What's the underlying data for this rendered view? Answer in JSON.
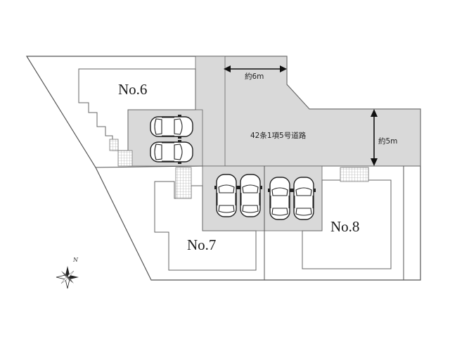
{
  "lots": [
    {
      "id": "lot-6",
      "label": "No.6"
    },
    {
      "id": "lot-7",
      "label": "No.7"
    },
    {
      "id": "lot-8",
      "label": "No.8"
    }
  ],
  "road": {
    "label": "42条1項5号道路",
    "width_top": "約6m",
    "width_right": "約5m"
  },
  "compass": {
    "north_label": "N"
  },
  "colors": {
    "road_fill": "#d9d9d9",
    "line": "#555555",
    "lot_fill": "#ffffff"
  }
}
